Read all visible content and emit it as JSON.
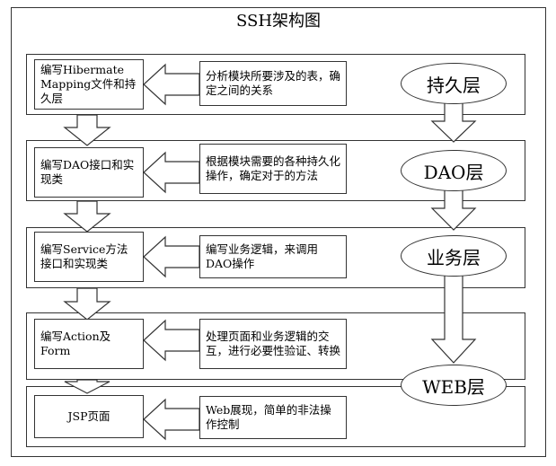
{
  "title": "SSH架构图",
  "rows": [
    {
      "task": "编写Hibermate Mapping文件和持久层",
      "desc": "分析模块所要涉及的表，确定之间的关系",
      "layer": "持久层"
    },
    {
      "task": "编写DAO接口和实现类",
      "desc": "根据模块需要的各种持久化操作，确定对于的方法",
      "layer": "DAO层"
    },
    {
      "task": "编写Service方法接口和实现类",
      "desc": "编写业务逻辑，来调用DAO操作",
      "layer": "业务层"
    },
    {
      "task": "编写Action及Form",
      "desc": "处理页面和业务逻辑的交互，进行必要性验证、转换",
      "layer": "WEB层"
    },
    {
      "task": "JSP页面",
      "desc": "Web展现，简单的非法操作控制",
      "layer": ""
    }
  ]
}
